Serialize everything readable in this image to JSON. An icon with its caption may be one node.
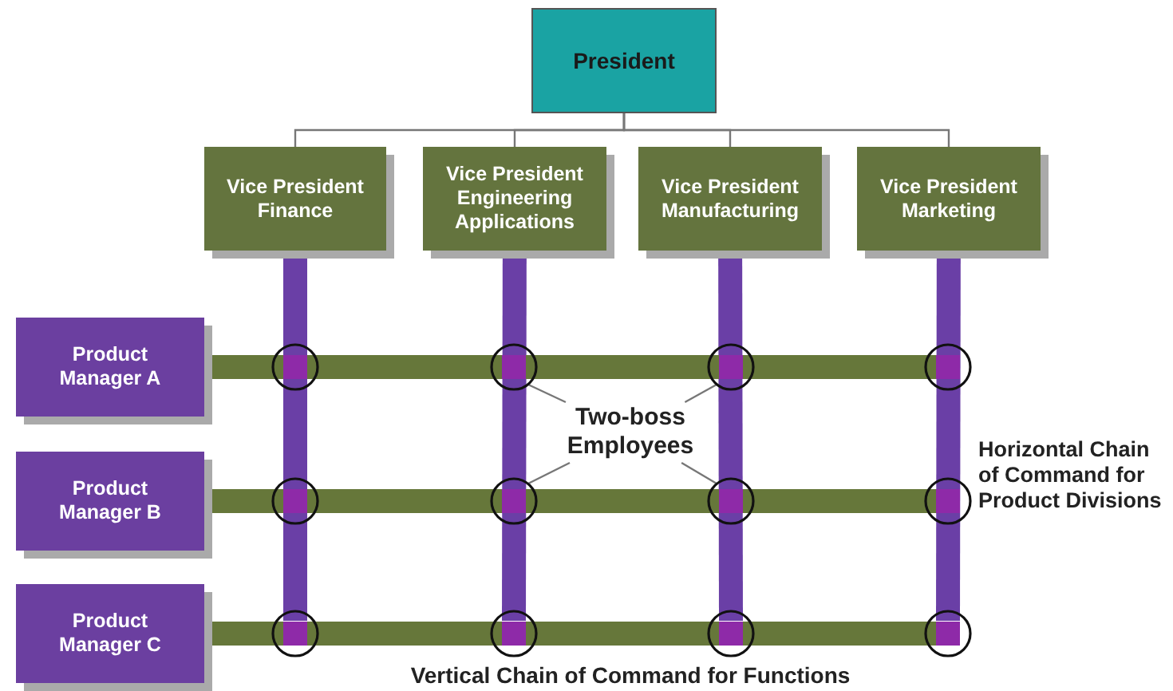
{
  "diagram": {
    "nodes": [
      {
        "text": [
          "President"
        ]
      },
      {
        "text": [
          "Vice President Finance"
        ]
      },
      {
        "text": [
          "Vice President Engineering Applications"
        ]
      },
      {
        "text": [
          "Vice President Manufacturing"
        ]
      },
      {
        "text": [
          "Vice President Marketing"
        ]
      },
      {
        "text": [
          "Product Manager A"
        ]
      },
      {
        "text": [
          "Product Manager B"
        ]
      },
      {
        "text": [
          "Product Manager C"
        ]
      },
      {
        "text": [
          "Two-boss Employees"
        ]
      }
    ],
    "edges": [
      {
        "from": 0,
        "to": 1,
        "arrow": "none"
      },
      {
        "from": 0,
        "to": 2,
        "arrow": "none"
      },
      {
        "from": 0,
        "to": 3,
        "arrow": "none"
      },
      {
        "from": 0,
        "to": 4,
        "arrow": "none"
      },
      {
        "from": 1,
        "to": null,
        "arrow": "none",
        "style": "thick",
        "color": "#6a3fa6"
      },
      {
        "from": 2,
        "to": null,
        "arrow": "none",
        "style": "thick",
        "color": "#6a3fa6"
      },
      {
        "from": 3,
        "to": null,
        "arrow": "none",
        "style": "thick",
        "color": "#6a3fa6"
      },
      {
        "from": 4,
        "to": null,
        "arrow": "none",
        "style": "thick",
        "color": "#6a3fa6"
      },
      {
        "from": 5,
        "to": null,
        "arrow": "none",
        "style": "thick",
        "color": "#66773a"
      },
      {
        "from": 6,
        "to": null,
        "arrow": "none",
        "style": "thick",
        "color": "#66773a"
      },
      {
        "from": 7,
        "to": null,
        "arrow": "none",
        "style": "thick",
        "color": "#66773a"
      },
      {
        "from": 8,
        "to": null,
        "arrow": "none"
      },
      {
        "from": 8,
        "to": null,
        "arrow": "none"
      },
      {
        "from": 8,
        "to": null,
        "arrow": "none"
      },
      {
        "from": 8,
        "to": null,
        "arrow": "none"
      }
    ],
    "labels": [
      "Horizontal Chain of Command for Product Divisions",
      "Vertical Chain of Command for Functions"
    ]
  }
}
